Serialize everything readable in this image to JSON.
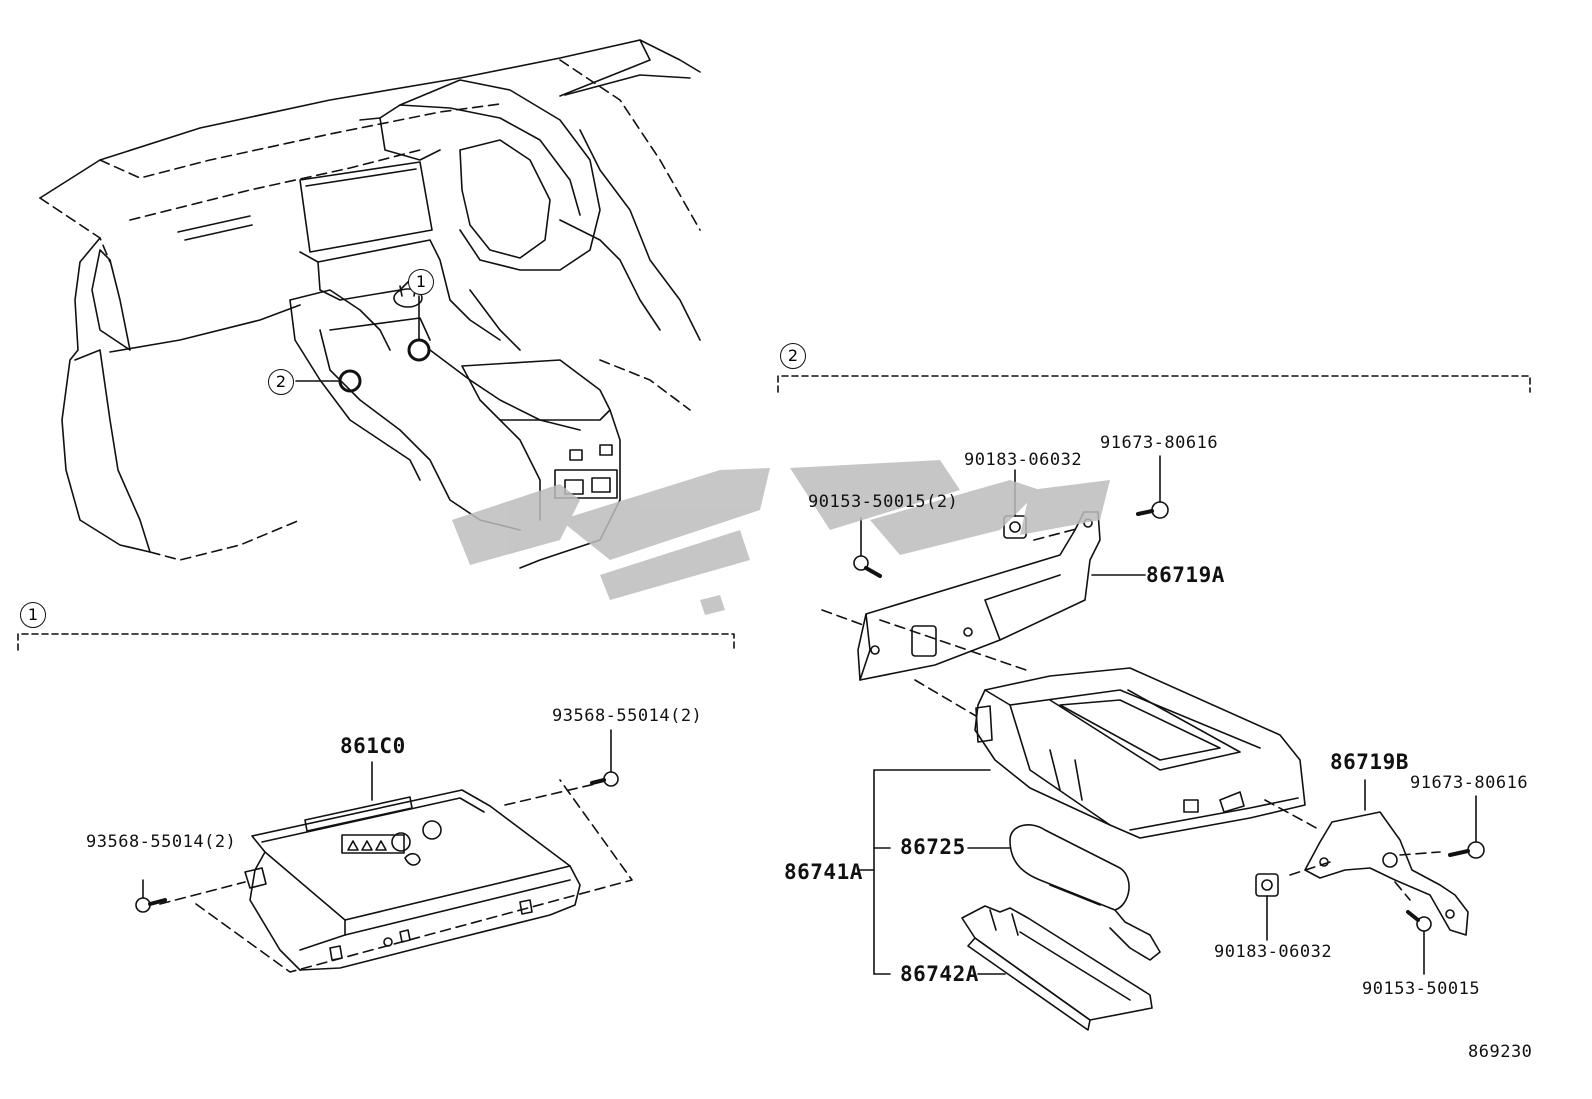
{
  "section_markers": {
    "one": "1",
    "two": "2"
  },
  "watermark": "یدکی پارت",
  "drawing_number": "869230",
  "parts": {
    "p861C0": "861C0",
    "p93568_left": "93568-55014(2)",
    "p93568_right": "93568-55014(2)",
    "p90153_top": "90153-50015(2)",
    "p90183_top": "90183-06032",
    "p91673_top": "91673-80616",
    "p86719A": "86719A",
    "p86719B": "86719B",
    "p91673_right": "91673-80616",
    "p86741A": "86741A",
    "p86725": "86725",
    "p86742A": "86742A",
    "p90183_bottom": "90183-06032",
    "p90153_bottom": "90153-50015"
  }
}
